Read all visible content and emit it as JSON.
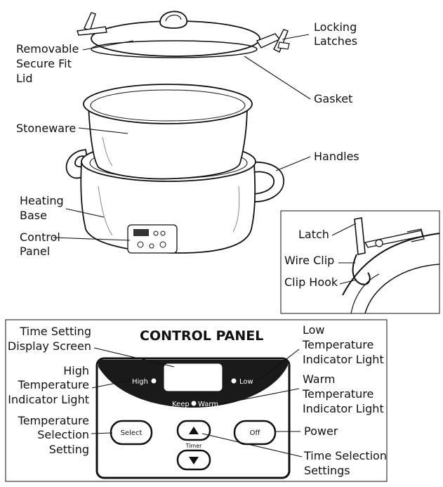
{
  "labels": {
    "lid": [
      "Removable",
      "Secure Fit",
      "Lid"
    ],
    "latches": [
      "Locking",
      "Latches"
    ],
    "gasket": "Gasket",
    "stoneware": "Stoneware",
    "handles": "Handles",
    "heating_base": [
      "Heating",
      "Base"
    ],
    "control_panel": [
      "Control",
      "Panel"
    ]
  },
  "inset": {
    "latch": "Latch",
    "wire_clip": "Wire Clip",
    "clip_hook": "Clip Hook"
  },
  "panel": {
    "title": "CONTROL PANEL",
    "time_display": [
      "Time Setting",
      "Display Screen"
    ],
    "high_light": [
      "High",
      "Temperature",
      "Indicator Light"
    ],
    "temp_select": [
      "Temperature",
      "Selection",
      "Setting"
    ],
    "low_light": [
      "Low",
      "Temperature",
      "Indicator Light"
    ],
    "warm_light": [
      "Warm",
      "Temperature",
      "Indicator Light"
    ],
    "power": "Power",
    "time_select": [
      "Time Selection",
      "Settings"
    ],
    "face": {
      "high": "High",
      "low": "Low",
      "keep": "Keep",
      "warm": "Warm",
      "timer": "Timer",
      "select": "Select",
      "off": "Off"
    }
  }
}
